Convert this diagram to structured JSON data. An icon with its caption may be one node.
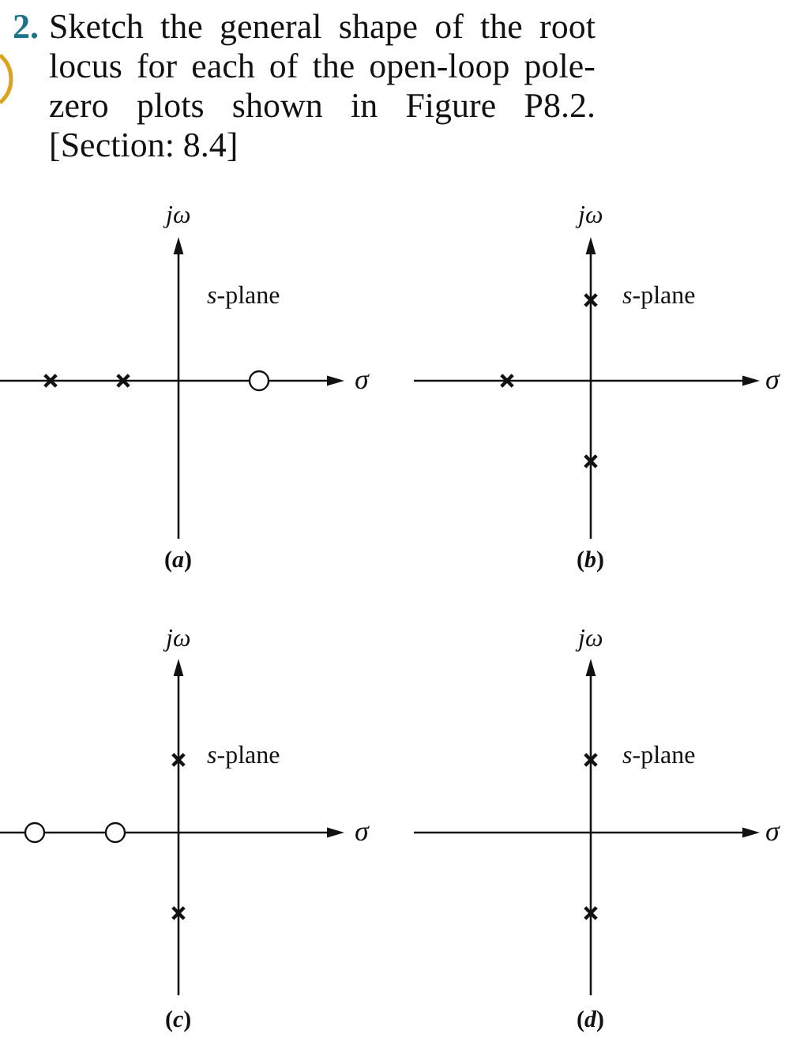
{
  "diagram": {
    "labels": [
      "2.",
      "Sketch the general shape of the root locus for each of the open-loop pole-zero plots shown in Figure P8.2. [Section: 8.4]",
      "jω",
      "*s*-plane",
      "σ",
      "(*a*)",
      "jω",
      "*s*-plane",
      "σ",
      "(*b*)",
      "jω",
      "*s*-plane",
      "σ",
      "(*c*)",
      "jω",
      "*s*-plane",
      "σ",
      "(*d*)"
    ]
  }
}
